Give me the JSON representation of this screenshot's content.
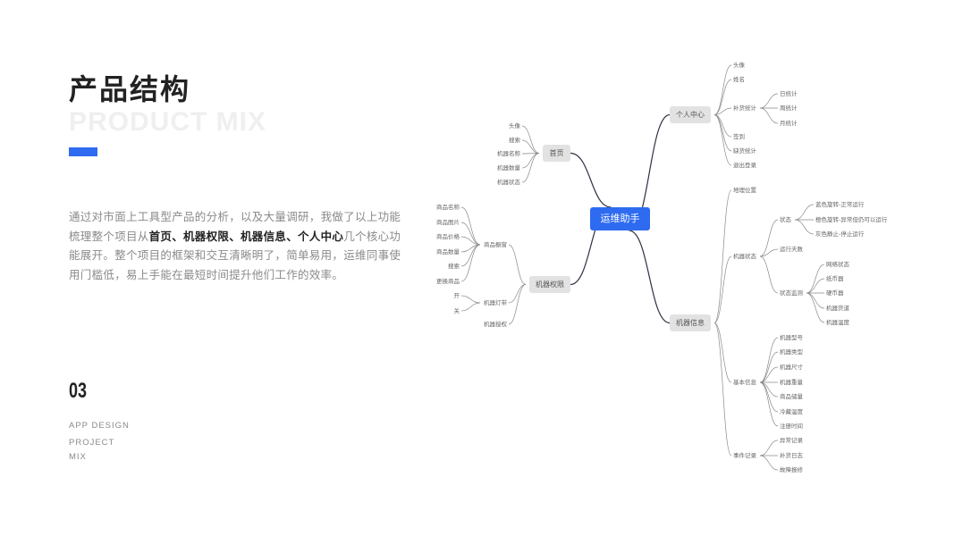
{
  "header": {
    "title": "产品结构",
    "title_bg": "PRODUCT MIX",
    "accent_color": "#2f6bf0"
  },
  "description": {
    "p1": "通过对市面上工具型产品的分析，以及大量调研，我做了以上功能梳理整个项目从",
    "b1": "首页、机器权限、机器信息、个人中心",
    "p2": "几个核心功能展开。整个项目的框架和交互清晰明了，简单易用，运维同事使用门槛低，易上手能在最短时间提升他们工作的效率。"
  },
  "footer": {
    "number": "03",
    "line1": "APP DESIGN",
    "line2": "PROJECT",
    "line3": "MIX"
  },
  "mindmap": {
    "root": "运维助手",
    "root_color": "#2f6bf0",
    "branches": [
      {
        "label": "首页",
        "side": "left",
        "children": [
          {
            "label": "头像"
          },
          {
            "label": "搜索"
          },
          {
            "label": "机器名称"
          },
          {
            "label": "机器数量"
          },
          {
            "label": "机器状态"
          }
        ]
      },
      {
        "label": "机器权限",
        "side": "left",
        "children": [
          {
            "label": "商品橱窗",
            "children": [
              {
                "label": "商品名称"
              },
              {
                "label": "商品图片"
              },
              {
                "label": "商品价格"
              },
              {
                "label": "商品数量"
              },
              {
                "label": "搜索"
              },
              {
                "label": "更换商品"
              }
            ]
          },
          {
            "label": "机器灯带",
            "children": [
              {
                "label": "开"
              },
              {
                "label": "关"
              }
            ]
          },
          {
            "label": "机器授权"
          }
        ]
      },
      {
        "label": "个人中心",
        "side": "right",
        "children": [
          {
            "label": "头像"
          },
          {
            "label": "姓名"
          },
          {
            "label": "补货统计",
            "children": [
              {
                "label": "日统计"
              },
              {
                "label": "周统计"
              },
              {
                "label": "月统计"
              }
            ]
          },
          {
            "label": "签到"
          },
          {
            "label": "缺货统计"
          },
          {
            "label": "退出登录"
          }
        ]
      },
      {
        "label": "机器信息",
        "side": "right",
        "children": [
          {
            "label": "地理位置"
          },
          {
            "label": "机器状态",
            "children": [
              {
                "label": "状态",
                "children": [
                  {
                    "label": "蓝色旋转-正常运行"
                  },
                  {
                    "label": "橙色旋转-异常但仍可以运行"
                  },
                  {
                    "label": "灰色静止-停止运行"
                  }
                ]
              },
              {
                "label": "运行天数"
              },
              {
                "label": "状态监测",
                "children": [
                  {
                    "label": "网络状态"
                  },
                  {
                    "label": "纸币器"
                  },
                  {
                    "label": "硬币器"
                  },
                  {
                    "label": "机器货道"
                  },
                  {
                    "label": "机器温度"
                  }
                ]
              }
            ]
          },
          {
            "label": "基本信息",
            "children": [
              {
                "label": "机器型号"
              },
              {
                "label": "机器类型"
              },
              {
                "label": "机器尺寸"
              },
              {
                "label": "机器重量"
              },
              {
                "label": "商品储量"
              },
              {
                "label": "冷藏温度"
              },
              {
                "label": "注册时间"
              }
            ]
          },
          {
            "label": "事件记录",
            "children": [
              {
                "label": "异常记录"
              },
              {
                "label": "补货日志"
              },
              {
                "label": "故障报修"
              }
            ]
          }
        ]
      }
    ]
  }
}
